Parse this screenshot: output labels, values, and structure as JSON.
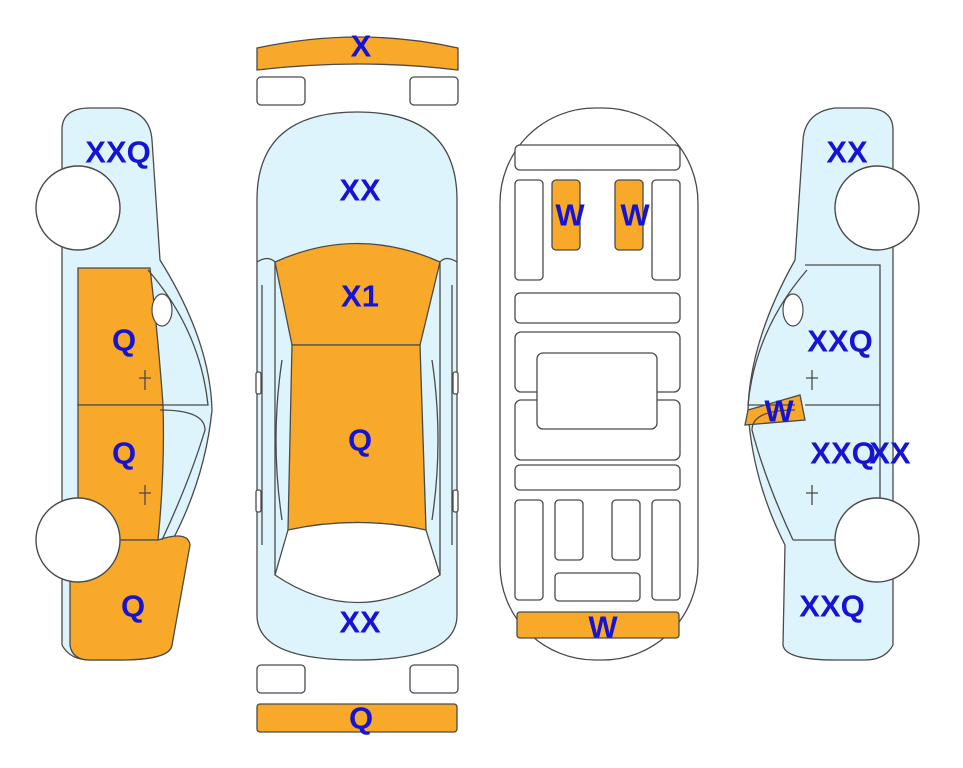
{
  "colors": {
    "damaged": "#F9A92A",
    "body": "#DEF4FC",
    "outline": "#4a4a4a",
    "label": "#1414D2"
  },
  "labels": {
    "front_bumper": "X",
    "rear_bumper": "Q",
    "hood": "XX",
    "windshield": "X1",
    "roof": "Q",
    "trunk": "XX",
    "left_front_fender": "XXQ",
    "left_front_door": "Q",
    "left_rear_door": "Q",
    "left_rear_quarter": "Q",
    "right_front_fender": "XX",
    "right_front_door": "XXQ",
    "right_mirror": "W",
    "right_rear_door": "XXQ",
    "right_rear_door_extra": "XX",
    "right_rear_quarter": "XXQ",
    "floor_seat_left": "W",
    "floor_seat_right": "W",
    "floor_rear_panel": "W"
  }
}
